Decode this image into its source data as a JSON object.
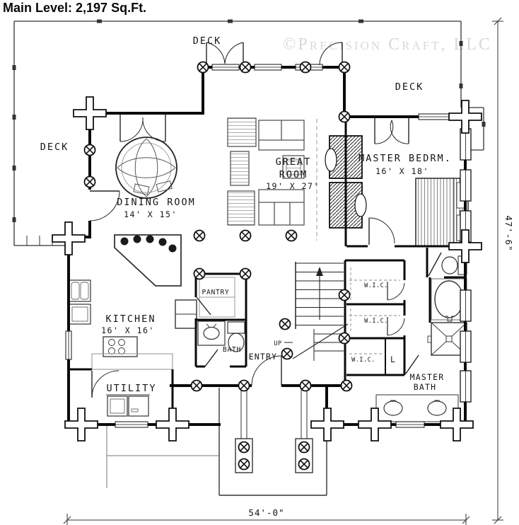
{
  "title": "Main Level: 2,197 Sq.Ft.",
  "watermark": "©Precision Craft, LLC",
  "labels": {
    "deck_top": "DECK",
    "deck_right": "DECK",
    "deck_left": "DECK",
    "great_room_1": "GREAT",
    "great_room_2": "ROOM",
    "great_room_dims": "19' X 27'",
    "master_bedroom": "MASTER BEDRM.",
    "master_bedroom_dims": "16' X 18'",
    "dining_room": "DINING ROOM",
    "dining_room_dims": "14' X 15'",
    "kitchen": "KITCHEN",
    "kitchen_dims": "16' X 16'",
    "pantry": "PANTRY",
    "bath": "BATH",
    "entry": "ENTRY",
    "stairs_up": "UP",
    "wic_upper": "W.I.C.",
    "wic_middle": "W.I.C.",
    "wic_lower": "W.I.C.",
    "linen": "L",
    "master_bath_1": "MASTER",
    "master_bath_2": "BATH",
    "utility": "UTILITY"
  },
  "dimensions": {
    "overall_width": "54'-0\"",
    "overall_height": "47'-6\""
  },
  "colors": {
    "ink": "#111111",
    "thin_line": "#333333",
    "detail_gray": "#999999",
    "watermark_gray": "#d8d8da"
  }
}
